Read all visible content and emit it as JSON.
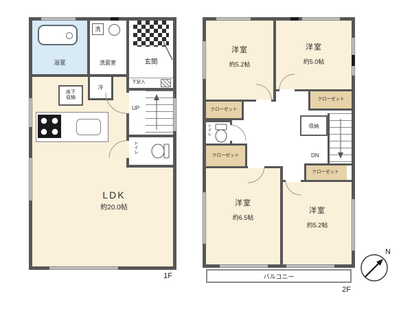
{
  "plan": {
    "floor1_label": "1F",
    "floor2_label": "2F",
    "compass_north": "N"
  },
  "colors": {
    "wall": "#575757",
    "room": "#fbf0d9",
    "closet": "#e7d3a9",
    "bath": "#d7eaf5"
  },
  "floor1": {
    "bath_label": "浴室",
    "washer_label": "洗",
    "washroom_label": "洗面室",
    "entrance_label": "玄関",
    "shoe_cabinet_label": "下足入",
    "fridge_label": "冷",
    "underfloor_storage_label": "床下収納",
    "toilet_label": "トイレ",
    "stairs_label": "UP",
    "ldk_label": "LDK",
    "ldk_size": "約20.0帖"
  },
  "floor2": {
    "room_top_left": {
      "label": "洋室",
      "size": "約5.2帖"
    },
    "room_top_right": {
      "label": "洋室",
      "size": "約5.0帖"
    },
    "room_bottom_left": {
      "label": "洋室",
      "size": "約6.5帖"
    },
    "room_bottom_right": {
      "label": "洋室",
      "size": "約5.2帖"
    },
    "closet_label": "クローゼット",
    "storage_label": "収納",
    "toilet_label": "トイレ",
    "stairs_label": "DN",
    "balcony_label": "バルコニー"
  }
}
